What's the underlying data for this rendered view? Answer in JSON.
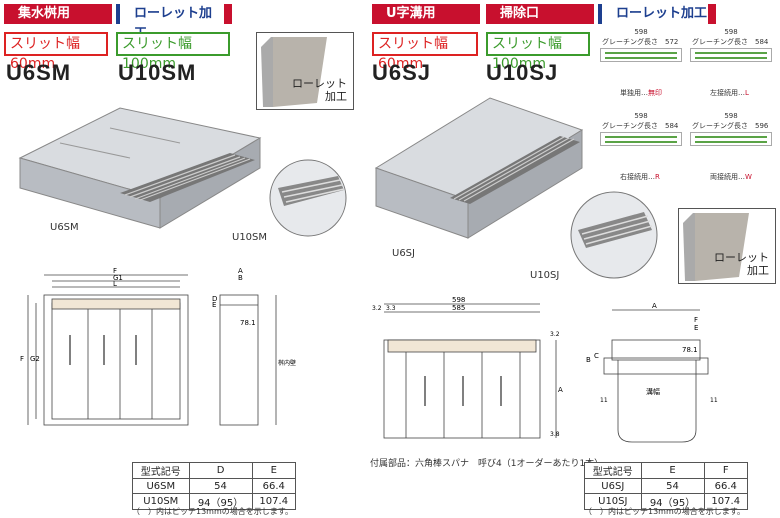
{
  "left": {
    "tag1": "集水桝用",
    "tag2": "ローレット加工",
    "slit1": "スリット幅60mm",
    "slit2": "スリット幅100mm",
    "code1": "U6SM",
    "code2": "U10SM",
    "cap1": "U6SM",
    "cap2": "U10SM",
    "knurl": [
      "ローレット",
      "加工"
    ],
    "dims": {
      "F": "F",
      "G1": "G1",
      "L": "L",
      "A": "A",
      "B": "B",
      "D": "D",
      "E": "E",
      "G2": "G2",
      "n781": "78.1",
      "flow": "桝内壁"
    },
    "table": {
      "head": [
        "型式記号",
        "D",
        "E"
      ],
      "rows": [
        [
          "U6SM",
          "54",
          "66.4"
        ],
        [
          "U10SM",
          "94（95）",
          "107.4"
        ]
      ]
    },
    "note": "（　）内はピッチ13mmの場合を示します。"
  },
  "right": {
    "tag1": "U字溝用",
    "tag2": "掃除口",
    "tag3": "ローレット加工",
    "slit1": "スリット幅60mm",
    "slit2": "スリット幅100mm",
    "code1": "U6SJ",
    "code2": "U10SJ",
    "cap1": "U6SJ",
    "cap2": "U10SJ",
    "knurl": [
      "ローレット",
      "加工"
    ],
    "grating": [
      {
        "top": "598",
        "label": "グレーチング長さ",
        "len": "572",
        "caption": "単独用…",
        "suffix": "無印"
      },
      {
        "top": "598",
        "label": "グレーチング長さ",
        "len": "584",
        "caption": "左接続用…",
        "suffix": "L"
      },
      {
        "top": "598",
        "label": "グレーチング長さ",
        "len": "584",
        "caption": "右接続用…",
        "suffix": "R"
      },
      {
        "top": "598",
        "label": "グレーチング長さ",
        "len": "596",
        "caption": "両接続用…",
        "suffix": "W"
      }
    ],
    "dims": {
      "d598": "598",
      "d585": "585",
      "d32": "3.2",
      "d33": "3.3",
      "A": "A",
      "B": "B",
      "C": "C",
      "E": "E",
      "F": "F",
      "n781": "78.1",
      "n11": "11",
      "n38": "3.8",
      "flow": "溝幅"
    },
    "accessory": "付属部品：六角棒スパナ　呼び4（1オーダーあたり1本）",
    "table": {
      "head": [
        "型式記号",
        "E",
        "F"
      ],
      "rows": [
        [
          "U6SJ",
          "54",
          "66.4"
        ],
        [
          "U10SJ",
          "94（95）",
          "107.4"
        ]
      ]
    },
    "note": "（　）内はピッチ13mmの場合を示します。"
  },
  "colors": {
    "red": "#c8102e",
    "blue": "#1d3f8f",
    "green": "#3b9b2c"
  }
}
